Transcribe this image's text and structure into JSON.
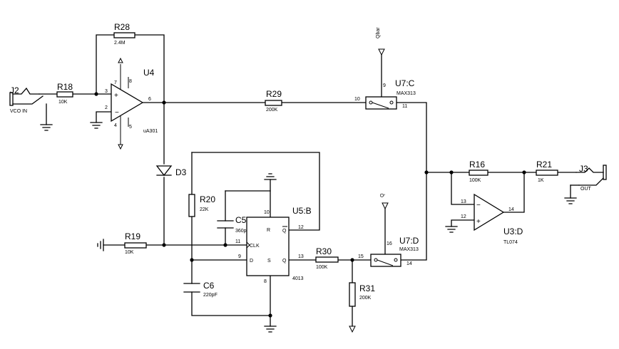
{
  "components": {
    "j2": {
      "ref": "J2",
      "label": "VCO IN"
    },
    "j3": {
      "ref": "J3",
      "label": "OUT"
    },
    "r18": {
      "ref": "R18",
      "value": "10K"
    },
    "r28": {
      "ref": "R28",
      "value": "2.4M"
    },
    "r29": {
      "ref": "R29",
      "value": "200K"
    },
    "r16": {
      "ref": "R16",
      "value": "100K"
    },
    "r21": {
      "ref": "R21",
      "value": "1K"
    },
    "r20": {
      "ref": "R20",
      "value": "22K"
    },
    "r19": {
      "ref": "R19",
      "value": "10K"
    },
    "r30": {
      "ref": "R30",
      "value": "100K"
    },
    "r31": {
      "ref": "R31",
      "value": "200K"
    },
    "c5": {
      "ref": "C5",
      "value": "360pF"
    },
    "c6": {
      "ref": "C6",
      "value": "220pF"
    },
    "d3": {
      "ref": "D3"
    },
    "u4": {
      "ref": "U4",
      "part": "uA301",
      "pins": {
        "in_pos": "3",
        "in_neg": "2",
        "out": "6",
        "p7": "7",
        "p8": "8",
        "p4": "4",
        "p5": "5"
      }
    },
    "u3d": {
      "ref": "U3:D",
      "part": "TL074",
      "pins": {
        "in_neg": "13",
        "in_pos": "12",
        "out": "14"
      }
    },
    "u5b": {
      "ref": "U5:B",
      "part": "4013",
      "pins": {
        "r": "R",
        "clk": "CLK",
        "d": "D",
        "s": "S",
        "q": "Q",
        "qbar": "Q",
        "n10": "10",
        "n11": "11",
        "n9": "9",
        "n8": "8",
        "n13": "13",
        "n12": "12"
      }
    },
    "u7c": {
      "ref": "U7:C",
      "part": "MAX313",
      "control": "Qbar",
      "pins": {
        "ctl": "9",
        "in": "10",
        "out": "11"
      }
    },
    "u7d": {
      "ref": "U7:D",
      "part": "MAX313",
      "control": "Q",
      "pins": {
        "ctl": "16",
        "in": "15",
        "out": "14"
      }
    }
  },
  "symbols": {
    "plus": "+",
    "minus": "−"
  }
}
